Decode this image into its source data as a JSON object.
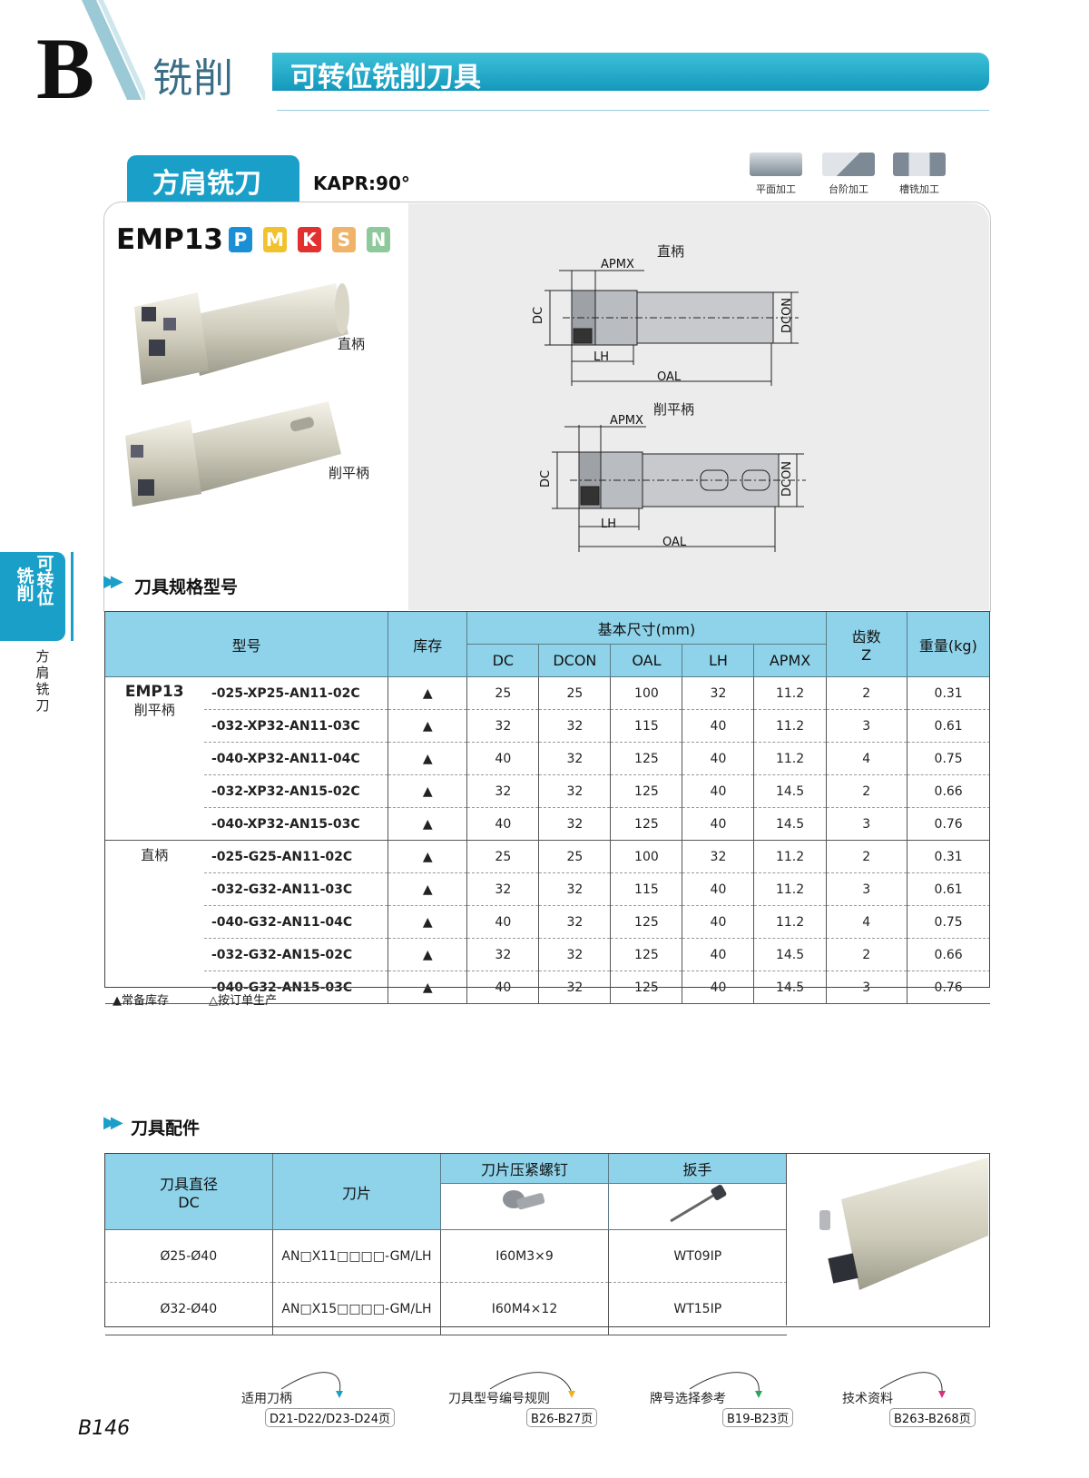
{
  "header": {
    "letter": "B",
    "category": "铣削",
    "subtitle": "可转位铣削刀具"
  },
  "section": {
    "tab_label": "方肩铣刀",
    "kapr": "KAPR:90°",
    "operations": [
      "平面加工",
      "台阶加工",
      "槽铣加工"
    ]
  },
  "product": {
    "series": "EMP13",
    "iso_groups": [
      {
        "letter": "P",
        "color": "#1a8fd6"
      },
      {
        "letter": "M",
        "color": "#f2c12e"
      },
      {
        "letter": "K",
        "color": "#e2302e"
      },
      {
        "letter": "S",
        "color": "#f0b36a"
      },
      {
        "letter": "N",
        "color": "#8dc99a"
      }
    ],
    "photo_labels": {
      "straight": "直柄",
      "weldon": "削平柄"
    }
  },
  "drawings": {
    "straight": {
      "title": "直柄",
      "dims": [
        "APMX",
        "DC",
        "DCON",
        "LH",
        "OAL"
      ]
    },
    "weldon": {
      "title": "削平柄",
      "dims": [
        "APMX",
        "DC",
        "DCON",
        "LH",
        "OAL"
      ]
    }
  },
  "spec_section_title": "刀具规格型号",
  "spec_table": {
    "headers": {
      "model": "型号",
      "stock": "库存",
      "basic_dims": "基本尺寸(mm)",
      "dc": "DC",
      "dcon": "DCON",
      "oal": "OAL",
      "lh": "LH",
      "apmx": "APMX",
      "teeth": "齿数",
      "teeth_z": "Z",
      "weight": "重量(kg)"
    },
    "groups": [
      {
        "name": "EMP13",
        "type": "削平柄",
        "rows": [
          {
            "model": "-025-XP25-AN11-02C",
            "stock": "▲",
            "dc": "25",
            "dcon": "25",
            "oal": "100",
            "lh": "32",
            "apmx": "11.2",
            "z": "2",
            "weight": "0.31"
          },
          {
            "model": "-032-XP32-AN11-03C",
            "stock": "▲",
            "dc": "32",
            "dcon": "32",
            "oal": "115",
            "lh": "40",
            "apmx": "11.2",
            "z": "3",
            "weight": "0.61"
          },
          {
            "model": "-040-XP32-AN11-04C",
            "stock": "▲",
            "dc": "40",
            "dcon": "32",
            "oal": "125",
            "lh": "40",
            "apmx": "11.2",
            "z": "4",
            "weight": "0.75"
          },
          {
            "model": "-032-XP32-AN15-02C",
            "stock": "▲",
            "dc": "32",
            "dcon": "32",
            "oal": "125",
            "lh": "40",
            "apmx": "14.5",
            "z": "2",
            "weight": "0.66"
          },
          {
            "model": "-040-XP32-AN15-03C",
            "stock": "▲",
            "dc": "40",
            "dcon": "32",
            "oal": "125",
            "lh": "40",
            "apmx": "14.5",
            "z": "3",
            "weight": "0.76"
          }
        ]
      },
      {
        "name": "",
        "type": "直柄",
        "rows": [
          {
            "model": "-025-G25-AN11-02C",
            "stock": "▲",
            "dc": "25",
            "dcon": "25",
            "oal": "100",
            "lh": "32",
            "apmx": "11.2",
            "z": "2",
            "weight": "0.31"
          },
          {
            "model": "-032-G32-AN11-03C",
            "stock": "▲",
            "dc": "32",
            "dcon": "32",
            "oal": "115",
            "lh": "40",
            "apmx": "11.2",
            "z": "3",
            "weight": "0.61"
          },
          {
            "model": "-040-G32-AN11-04C",
            "stock": "▲",
            "dc": "40",
            "dcon": "32",
            "oal": "125",
            "lh": "40",
            "apmx": "11.2",
            "z": "4",
            "weight": "0.75"
          },
          {
            "model": "-032-G32-AN15-02C",
            "stock": "▲",
            "dc": "32",
            "dcon": "32",
            "oal": "125",
            "lh": "40",
            "apmx": "14.5",
            "z": "2",
            "weight": "0.66"
          },
          {
            "model": "-040-G32-AN15-03C",
            "stock": "▲",
            "dc": "40",
            "dcon": "32",
            "oal": "125",
            "lh": "40",
            "apmx": "14.5",
            "z": "3",
            "weight": "0.76"
          }
        ]
      }
    ],
    "legend": {
      "stocked": "▲常备库存",
      "made_to_order": "△按订单生产"
    }
  },
  "accessories": {
    "title": "刀具配件",
    "headers": {
      "diameter": "刀具直径",
      "diameter_sub": "DC",
      "insert": "刀片",
      "screw": "刀片压紧螺钉",
      "wrench": "扳手"
    },
    "rows": [
      {
        "diameter": "Ø25-Ø40",
        "insert": "AN□X11□□□□-GM/LH",
        "screw": "I60M3×9",
        "wrench": "WT09IP"
      },
      {
        "diameter": "Ø32-Ø40",
        "insert": "AN□X15□□□□-GM/LH",
        "screw": "I60M4×12",
        "wrench": "WT15IP"
      }
    ]
  },
  "side_tab": {
    "main_col1": "铣削",
    "main_col2": "可转位",
    "sub": "方肩铣刀"
  },
  "footer": {
    "refs": [
      {
        "label": "适用刀柄",
        "pages": "D21-D22/D23-D24页"
      },
      {
        "label": "刀具型号编号规则",
        "pages": "B26-B27页"
      },
      {
        "label": "牌号选择参考",
        "pages": "B19-B23页"
      },
      {
        "label": "技术资料",
        "pages": "B263-B268页"
      }
    ],
    "page_number": "B146"
  }
}
